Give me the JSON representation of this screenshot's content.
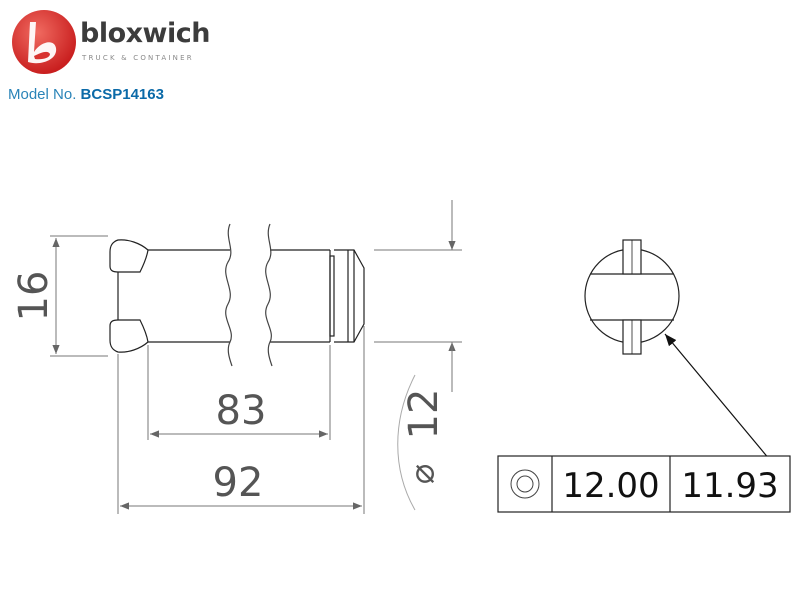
{
  "header": {
    "brand_name": "bloxwich",
    "brand_tagline": "TRUCK & CONTAINER",
    "model_label": "Model No.",
    "model_number": "BCSP14163",
    "logo_color": "#d8322f",
    "model_color": "#0b6aa8"
  },
  "drawing": {
    "dimensions": {
      "height": "16",
      "inner_length": "83",
      "overall_length": "92",
      "diameter_symbol": "⌀",
      "diameter": "12"
    },
    "tolerance_frame": {
      "symbol": "circularity-icon",
      "upper_limit": "12.00",
      "lower_limit": "11.93"
    }
  }
}
